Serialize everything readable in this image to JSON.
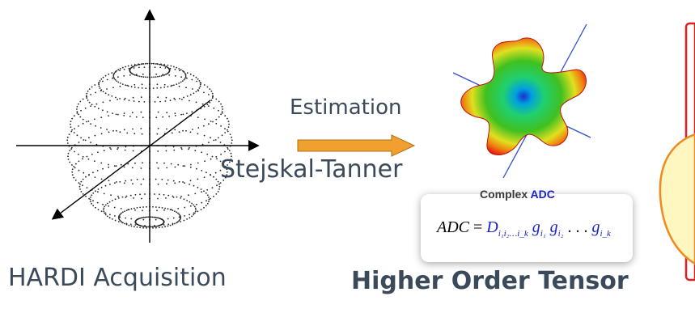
{
  "labels": {
    "estimation": "Estimation",
    "stejskal_tanner": "Stejskal-Tanner",
    "hardi": "HARDI Acquisition",
    "higher_order_tensor": "Higher Order Tensor"
  },
  "adc_box": {
    "caption_prefix": "Complex",
    "caption_highlight": "ADC",
    "equation_lhs": "ADC",
    "equation_eq": " = ",
    "equation_D": "D",
    "equation_D_sub": "i₁i₂…i_k",
    "equation_g1": "g",
    "equation_g1_sub": "i₁",
    "equation_g2": "g",
    "equation_g2_sub": "i₂",
    "equation_dots": " . . . ",
    "equation_gk": "g",
    "equation_gk_sub": "i_k"
  },
  "colors": {
    "text": "#3b4a5a",
    "accent_blue": "#1a22c8",
    "arrow_orange": "#f0a030",
    "callout_red": "#e02020",
    "callout_yellow": "#fff6c0"
  },
  "icons": [
    "coordinate-axes-icon",
    "sphere-icon",
    "right-arrow-icon",
    "tensor-glyph-icon"
  ]
}
